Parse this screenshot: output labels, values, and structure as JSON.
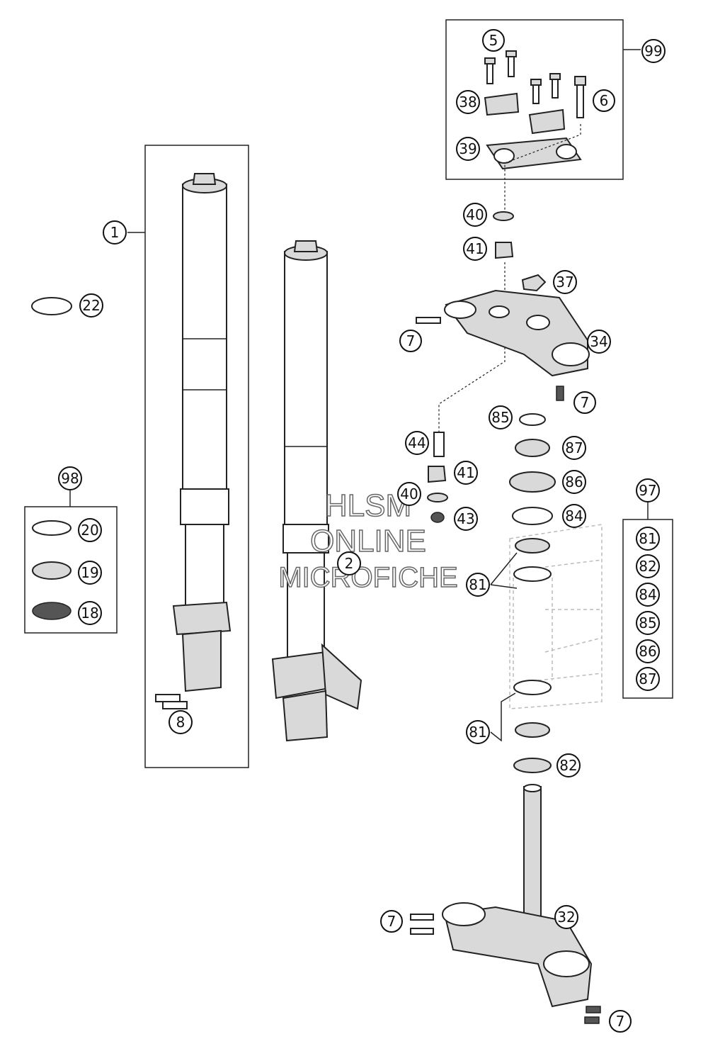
{
  "watermark": {
    "line1": "HLSM",
    "line2": "ONLINE",
    "line3": "MICROFICHE"
  },
  "labels": {
    "l5": "5",
    "l99": "99",
    "l38": "38",
    "l6": "6",
    "l39": "39",
    "l40a": "40",
    "l41a": "41",
    "l37": "37",
    "l7a": "7",
    "l34": "34",
    "l7b": "7",
    "l1": "1",
    "l22": "22",
    "l85": "85",
    "l44": "44",
    "l87": "87",
    "l41b": "41",
    "l86": "86",
    "l40b": "40",
    "l43": "43",
    "l84": "84",
    "l98": "98",
    "l20": "20",
    "l19": "19",
    "l18": "18",
    "l2": "2",
    "l81a": "81",
    "l97": "97",
    "k81": "81",
    "k82": "82",
    "k84": "84",
    "k85": "85",
    "k86": "86",
    "k87": "87",
    "l8": "8",
    "l81b": "81",
    "l82": "82",
    "l7c": "7",
    "l32": "32",
    "l7d": "7"
  }
}
